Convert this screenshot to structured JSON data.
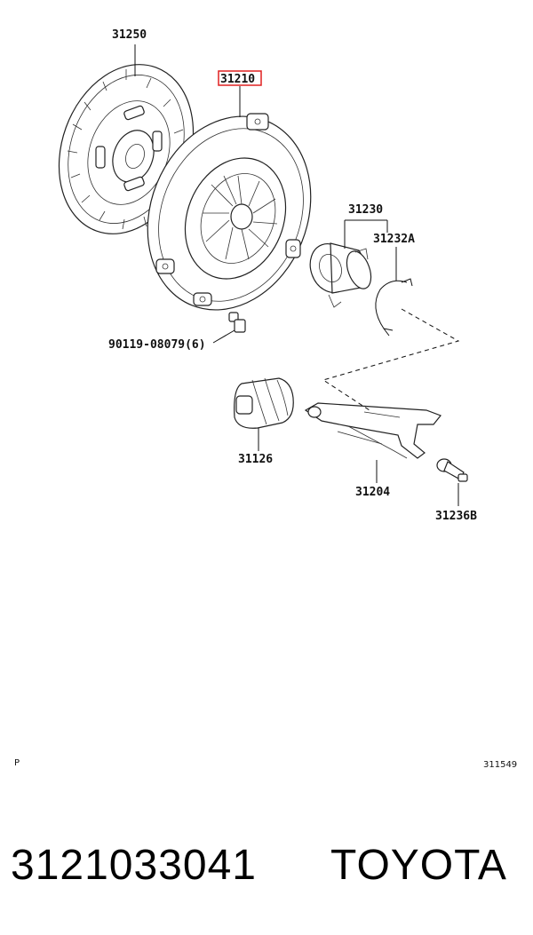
{
  "callouts": {
    "clutch_disc": "31250",
    "clutch_cover": "31210",
    "release_bearing": "31230",
    "bearing_clip": "31232A",
    "bolt": "90119-08079(6)",
    "fork_boot": "31126",
    "release_fork": "31204",
    "fork_support": "31236B"
  },
  "highlight": {
    "part": "31210",
    "color": "#e02020"
  },
  "page_marker": "P",
  "diagram_id": "311549",
  "footer": {
    "part_number": "3121033041",
    "brand": "TOYOTA"
  }
}
